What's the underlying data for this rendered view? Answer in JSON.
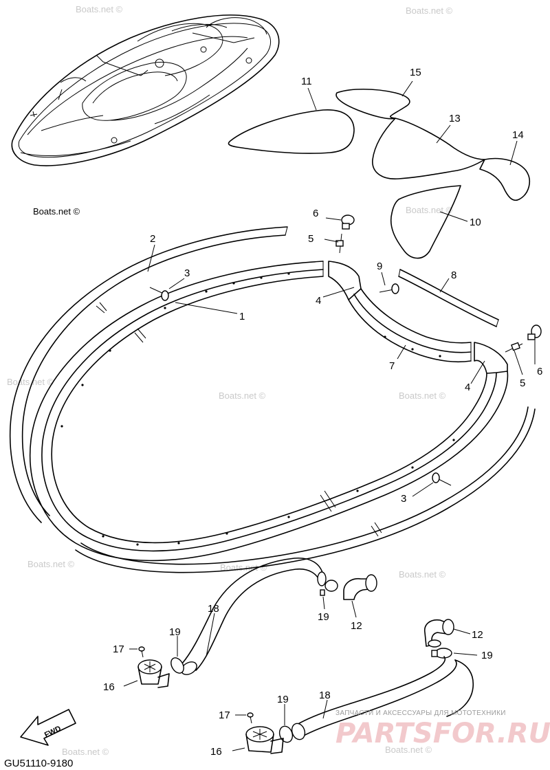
{
  "watermarks": {
    "boats_top": "Boats.net ©",
    "boats_mid_left": "Boats.net ©",
    "boats_center": "Boats.net ©",
    "boats_right": "Boats.net ©",
    "boats_right_lower": "Boats.net ©",
    "boats_left_lower": "Boats.net ©",
    "boats_bottom_center": "Boats.net ©",
    "boats_bottom_right": "Boats.net ©",
    "boats_far_left": "Boats.net ©",
    "boats_upper_right": "Boats.net ©",
    "boats_mid_right": "Boats.net ©",
    "boats_credit_black": "Boats.net ©"
  },
  "callouts": {
    "c1": "1",
    "c2": "2",
    "c3a": "3",
    "c3b": "3",
    "c4a": "4",
    "c4b": "4",
    "c5a": "5",
    "c5b": "5",
    "c6a": "6",
    "c6b": "6",
    "c7": "7",
    "c8": "8",
    "c9": "9",
    "c10": "10",
    "c11": "11",
    "c12a": "12",
    "c12b": "12",
    "c13": "13",
    "c14": "14",
    "c15": "15",
    "c16a": "16",
    "c16b": "16",
    "c17a": "17",
    "c17b": "17",
    "c18a": "18",
    "c18b": "18",
    "c19a": "19",
    "c19b": "19",
    "c19c": "19"
  },
  "fwd_label": "FWD",
  "diagram_code": "GU51110-9180",
  "shop": {
    "tagline": "ЗАПЧАСТИ И АКСЕССУАРЫ ДЛЯ МОТОТЕХНИКИ",
    "logo": "PARTSFOR.RU"
  }
}
